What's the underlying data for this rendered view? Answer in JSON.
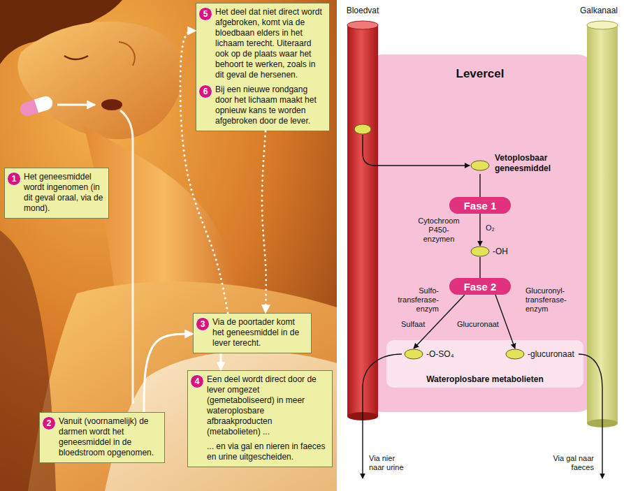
{
  "diagram": {
    "nodes": [
      {
        "text": [
          "1",
          "Het geneesmiddel wordt ingenomen (in dit geval oraal, via de mond)."
        ]
      },
      {
        "text": [
          "2",
          "Vanuit (voornamelijk) de darmen wordt het geneesmiddel in de bloedstroom opgenomen."
        ]
      },
      {
        "text": [
          "3",
          "Via de poortader komt het geneesmiddel in de lever terecht."
        ]
      },
      {
        "text": [
          "4",
          "Een deel wordt direct door de lever omgezet (gemetaboliseerd) in meer wateroplosbare afbraakproducten (metabolieten) ...",
          "... en via gal en nieren in faeces en urine uitgescheiden."
        ]
      },
      {
        "text": [
          "5",
          "Het deel dat niet direct wordt afgebroken, komt via de bloedbaan elders in het lichaam terecht. Uiteraard ook op de plaats waar het behoort te werken, zoals in dit geval de hersenen.",
          "6",
          "Bij een nieuwe rondgang door het lichaam maakt het opnieuw kans te worden afgebroken door de lever."
        ]
      },
      {
        "text": [
          "Bloedvat"
        ]
      },
      {
        "text": [
          "Levercel"
        ]
      },
      {
        "text": [
          "Vetoplosbaar geneesmiddel"
        ],
        "in": 6
      },
      {
        "text": [
          "Fase 1"
        ],
        "in": 6
      },
      {
        "text": [
          "-OH"
        ],
        "in": 6
      },
      {
        "text": [
          "Fase 2"
        ],
        "in": 6
      },
      {
        "text": [
          "Wateroplosbare metabolieten"
        ],
        "in": 6
      },
      {
        "text": [
          "-O-SO₄"
        ],
        "in": 11
      },
      {
        "text": [
          "-glucuronaat"
        ],
        "in": 11
      },
      {
        "text": [
          "Galkanaal"
        ]
      }
    ],
    "edges": [
      {
        "from": 1,
        "to": 2,
        "arrow": "to"
      },
      {
        "from": 2,
        "to": 3,
        "arrow": "to"
      },
      {
        "from": 2,
        "to": 4,
        "arrow": "to"
      },
      {
        "from": 4,
        "to": 2,
        "arrow": "to"
      },
      {
        "from": 5,
        "to": 7,
        "arrow": "to"
      },
      {
        "from": 7,
        "to": 8,
        "arrow": "none"
      },
      {
        "from": 8,
        "to": 9,
        "arrow": "to"
      },
      {
        "from": 9,
        "to": 10,
        "arrow": "none"
      },
      {
        "from": 10,
        "to": 12,
        "label": "Sulfaat",
        "arrow": "to"
      },
      {
        "from": 10,
        "to": 13,
        "label": "Glucuronaat",
        "arrow": "to"
      }
    ],
    "labels": [
      "Cytochroom P450-enzymen",
      "O₂",
      "Sulfo-transferase-enzym",
      "Glucuronyl-transferase-enzym",
      "Via nier naar urine",
      "Via gal naar faeces"
    ]
  }
}
